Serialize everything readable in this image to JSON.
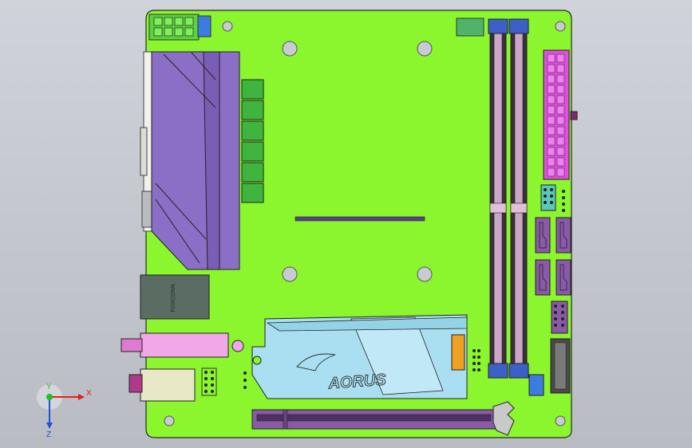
{
  "scene": {
    "background_top": "#d0d3d9",
    "background_bottom": "#b9bcc3",
    "board_color": "#8bf52e",
    "vrm_heatsink_color": "#8b6fc6",
    "m2_heatsink_color": "#a9dff0",
    "atx_power_color": "#e04fe0",
    "pcie_color": "#8a5aa8",
    "ram_slot_color": "#3a2f3a",
    "lan_usb_color": "#5b6c62",
    "hdmi_color": "#f0a8e8",
    "audio_color": "#e9e8c6"
  },
  "labels": {
    "m2_brand": "AORUS",
    "port_brand": "FOXCONN"
  },
  "triad": {
    "x_label": "X",
    "y_label": "Y",
    "z_label": "Z",
    "x_color": "#e02020",
    "y_color": "#20c020",
    "z_color": "#2050e0"
  }
}
